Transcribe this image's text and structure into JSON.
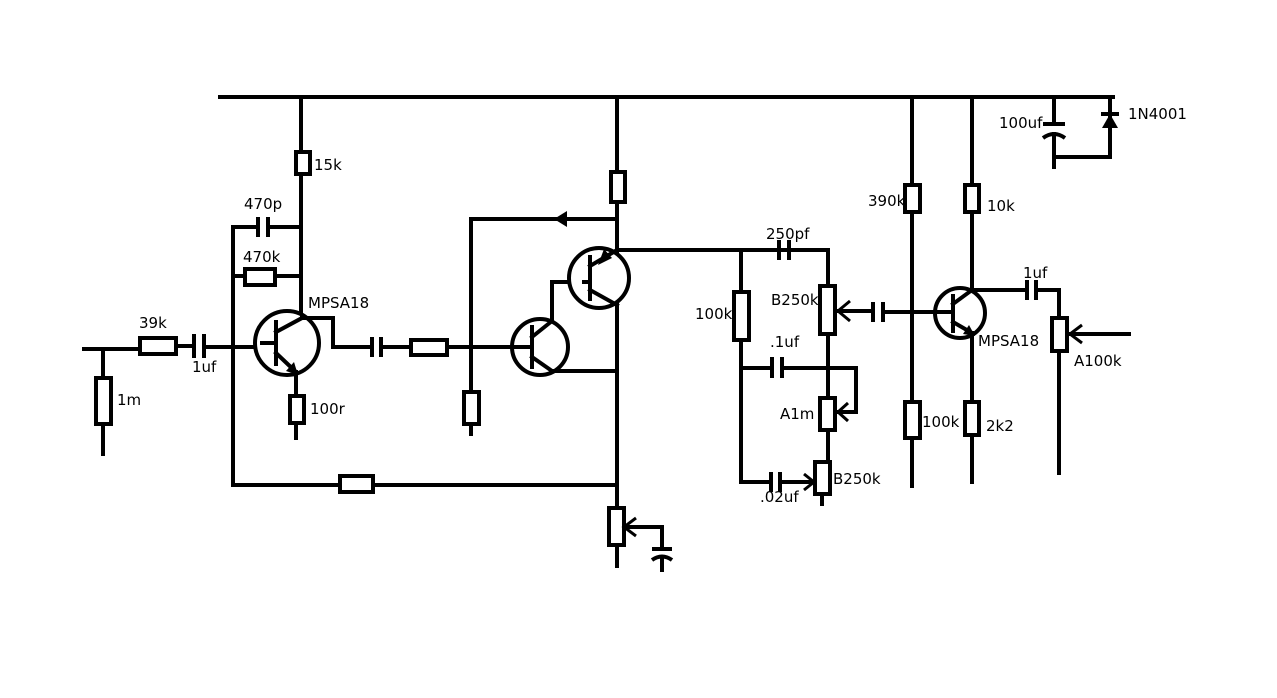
{
  "labels": {
    "r_1m": "1m",
    "r_39k": "39k",
    "c_1uf_in": "1uf",
    "c_470p": "470p",
    "r_470k": "470k",
    "r_15k": "15k",
    "q1_part": "MPSA18",
    "r_100r": "100r",
    "c_250pf": "250pf",
    "r_100k_tone": "100k",
    "pot_b250k_top": "B250k",
    "c_01uf": ".1uf",
    "pot_a1m": "A1m",
    "c_002uf": ".02uf",
    "pot_b250k_bottom": "B250k",
    "r_390k": "390k",
    "r_100k_bias": "100k",
    "r_10k": "10k",
    "q_out_part": "MPSA18",
    "r_2k2": "2k2",
    "c_1uf_out": "1uf",
    "pot_a100k": "A100k",
    "c_100uf": "100uf",
    "d_1n4001": "1N4001"
  }
}
